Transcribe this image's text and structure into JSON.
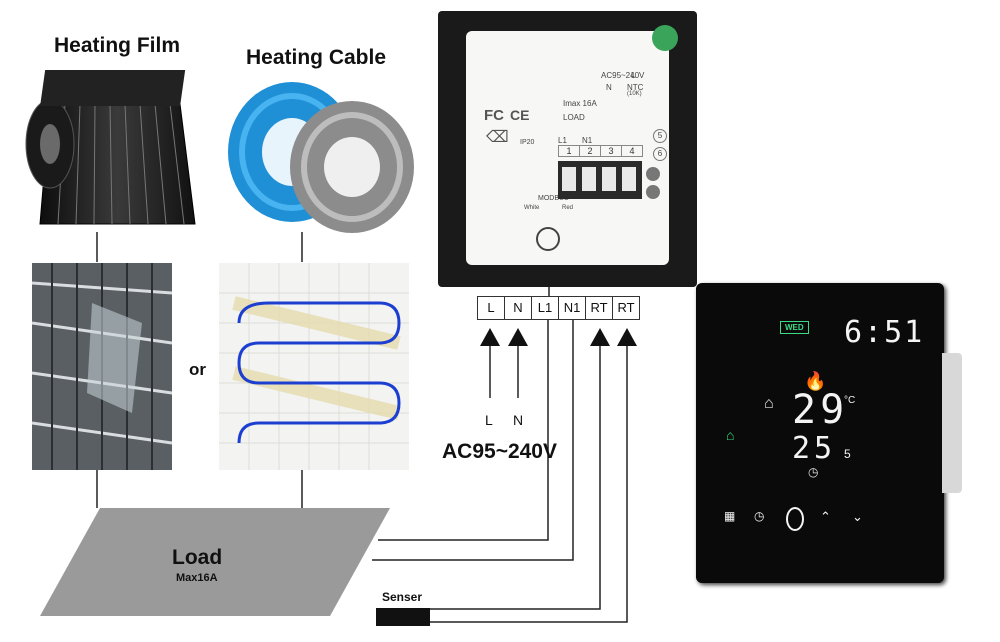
{
  "products": {
    "film_title": "Heating Film",
    "cable_title": "Heating Cable",
    "or_text": "or"
  },
  "terminals": {
    "labels": [
      "L",
      "N",
      "L1",
      "N1",
      "RT",
      "RT"
    ],
    "supply_labels": [
      "L",
      "N"
    ],
    "voltage_label": "AC95~240V"
  },
  "load": {
    "label": "Load",
    "max_label": "Max16A"
  },
  "sensor": {
    "label": "Senser"
  },
  "back_panel": {
    "fc_mark": "FC",
    "ce_mark": "CE",
    "voltage": "AC95~240V",
    "imax": "Imax 16A",
    "load_text": "LOAD",
    "l1": "L1",
    "n1": "N1",
    "n": "N",
    "l": "L",
    "ntc": "NTC",
    "ntc_sub": "(10K)",
    "ip": "IP20",
    "modbus": "MODBUS",
    "white": "White",
    "red": "Red",
    "pin_numbers": [
      "1",
      "2",
      "3",
      "4"
    ],
    "sensor_pins": [
      "5",
      "6"
    ]
  },
  "thermostat": {
    "day_badge": "WED",
    "time": "6:51",
    "temp_main": "29",
    "temp_unit": "°C",
    "temp_second": "25",
    "temp_second_suffix": "5",
    "colors": {
      "badge": "#3ddc84",
      "flame": "#ff4a1c"
    }
  }
}
